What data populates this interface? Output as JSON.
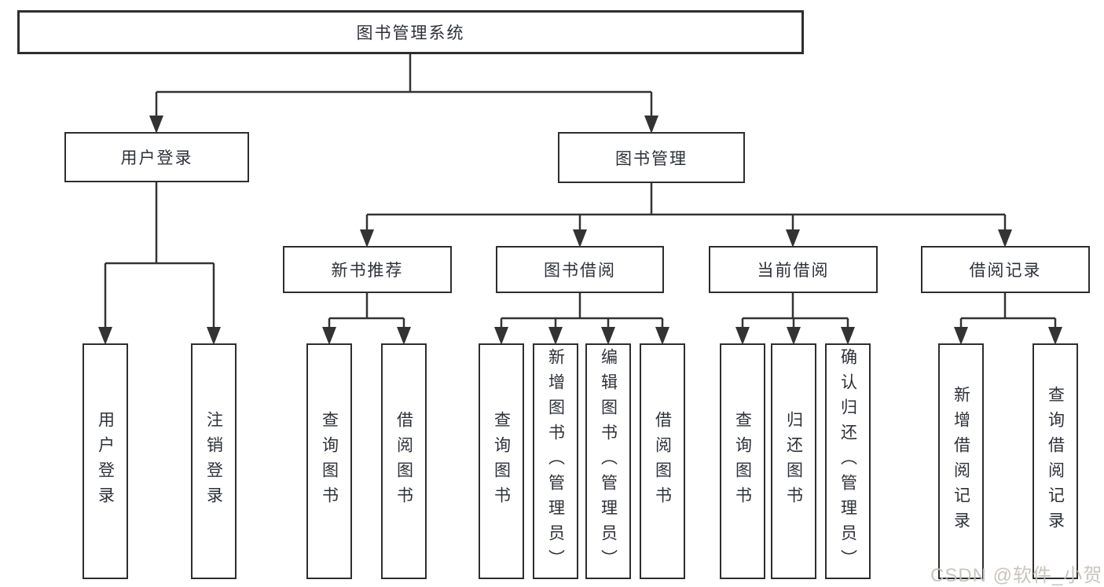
{
  "diagram": {
    "root": {
      "label": "图书管理系统"
    },
    "branches": [
      {
        "label": "用户登录",
        "children": [
          {
            "label": "用户登录"
          },
          {
            "label": "注销登录"
          }
        ]
      },
      {
        "label": "图书管理",
        "children": [
          {
            "label": "新书推荐",
            "children": [
              {
                "label": "查询图书"
              },
              {
                "label": "借阅图书"
              }
            ]
          },
          {
            "label": "图书借阅",
            "children": [
              {
                "label": "查询图书"
              },
              {
                "label": "新增图书（管理员）"
              },
              {
                "label": "编辑图书（管理员）"
              },
              {
                "label": "借阅图书"
              }
            ]
          },
          {
            "label": "当前借阅",
            "children": [
              {
                "label": "查询图书"
              },
              {
                "label": "归还图书"
              },
              {
                "label": "确认归还（管理员）"
              }
            ]
          },
          {
            "label": "借阅记录",
            "children": [
              {
                "label": "新增借阅记录"
              },
              {
                "label": "查询借阅记录"
              }
            ]
          }
        ]
      }
    ],
    "colors": {
      "line": "#333333",
      "box_border": "#2e2e2e",
      "text": "#2d3138",
      "background": "#ffffff"
    }
  },
  "watermark": {
    "text": "CSDN @软件_小贺同学",
    "color": "#c7c1bb"
  }
}
